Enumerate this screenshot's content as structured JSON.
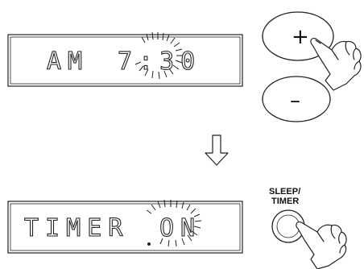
{
  "display_top": {
    "mode": "AM",
    "time": "7:30"
  },
  "display_bottom": {
    "word": "TIMER",
    "state": "ON"
  },
  "buttons": {
    "plus": "+",
    "minus": "–",
    "sleep_timer_line1": "SLEEP/",
    "sleep_timer_line2": "TIMER"
  },
  "icons": {
    "finger": "pointing-hand-icon",
    "arrow": "down-arrow-icon",
    "flash": "flashing-rays-icon"
  }
}
